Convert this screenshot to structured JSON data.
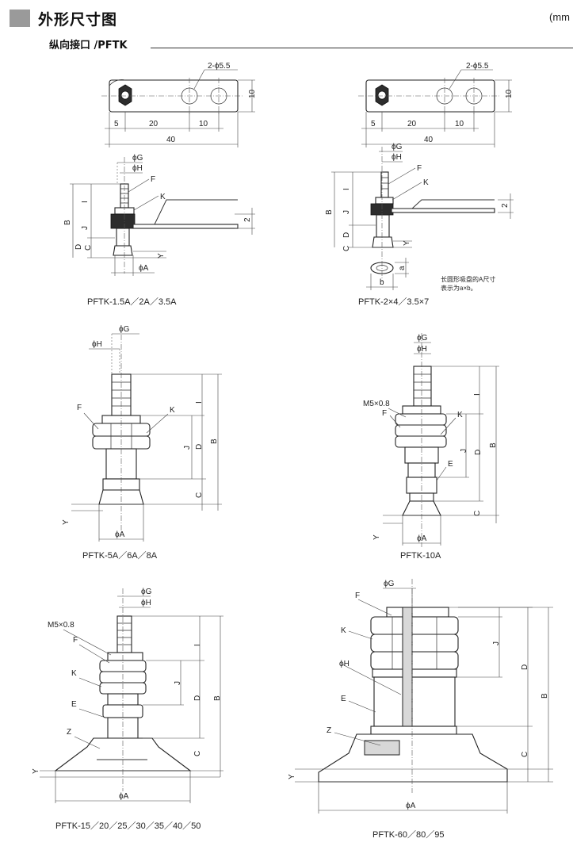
{
  "header": {
    "title": "外形尺寸图",
    "unit": "(mm"
  },
  "section": {
    "title": "纵向接口 /PFTK"
  },
  "labels": {
    "holes": "2-ϕ5.5",
    "dim5": "5",
    "dim20": "20",
    "dim10": "10",
    "dim40": "40",
    "dim10v": "10",
    "dim2": "2",
    "phiG": "ϕG",
    "phiH": "ϕH",
    "phiA": "ϕA",
    "B": "B",
    "C": "C",
    "D": "D",
    "I": "I",
    "J": "J",
    "Y": "Y",
    "F": "F",
    "K": "K",
    "E": "E",
    "Z": "Z",
    "M5": "M5×0.8",
    "a": "a",
    "b": "b",
    "oval_note_1": "长圆形吸盘的A尺寸",
    "oval_note_2": "表示为a×b。"
  },
  "captions": {
    "c1": "PFTK-1.5A／2A／3.5A",
    "c2": "PFTK-2×4／3.5×7",
    "c3": "PFTK-5A／6A／8A",
    "c4": "PFTK-10A",
    "c5": "PFTK-15／20／25／30／35／40／50",
    "c6": "PFTK-60／80／95"
  }
}
